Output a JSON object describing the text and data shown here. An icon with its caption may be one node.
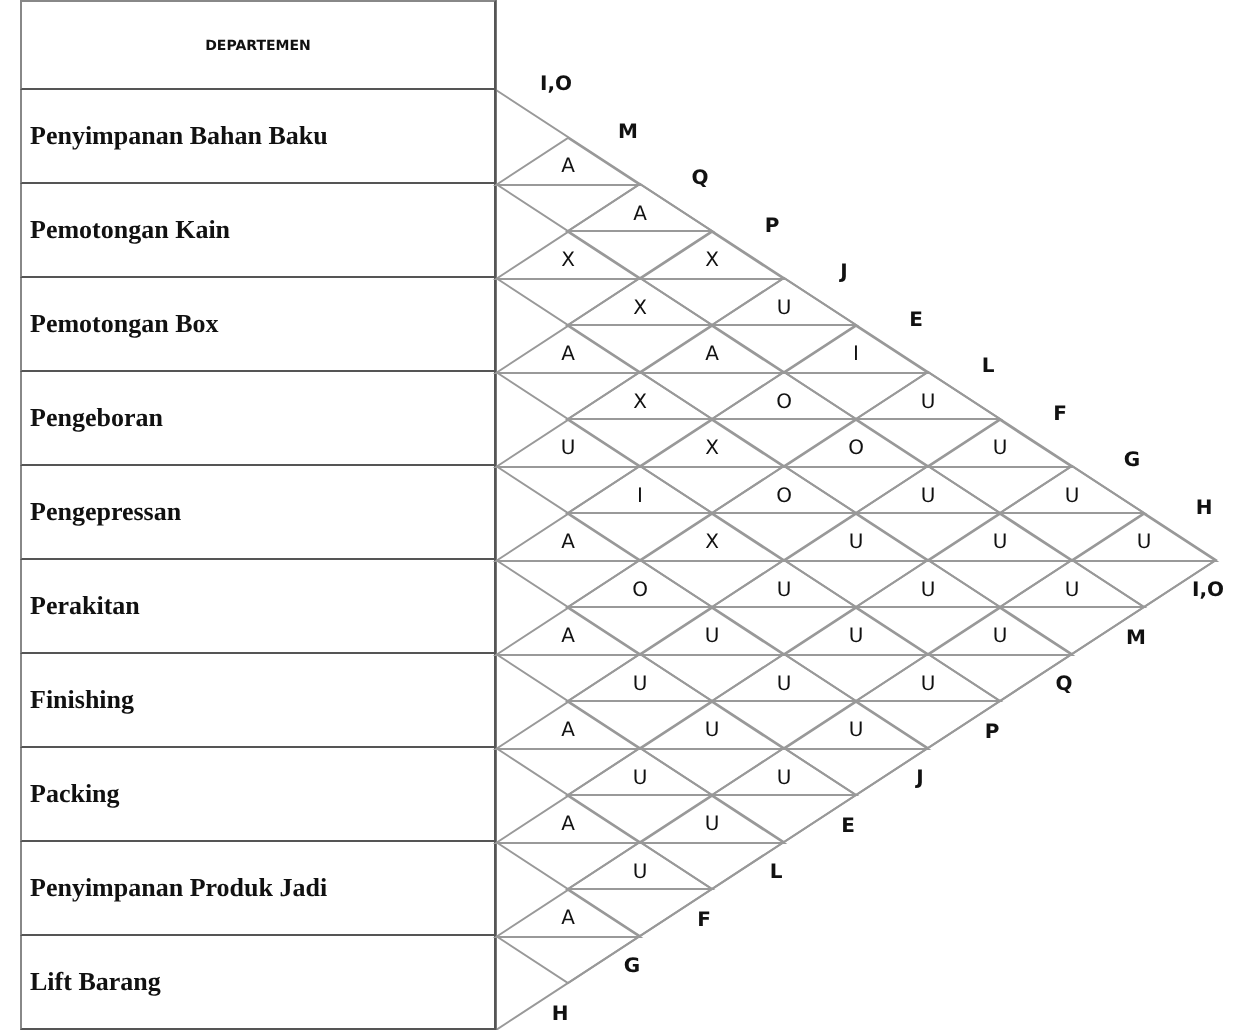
{
  "diagram": {
    "nodes": [
      {
        "text": [
          "DEPARTEMEN"
        ]
      },
      {
        "text": [
          "Penyimpanan Bahan Baku"
        ]
      },
      {
        "text": [
          "Pemotongan Kain"
        ]
      },
      {
        "text": [
          "Pemotongan Box"
        ]
      },
      {
        "text": [
          "Pengeboran"
        ]
      },
      {
        "text": [
          "Pengepressan"
        ]
      },
      {
        "text": [
          "Perakitan"
        ]
      },
      {
        "text": [
          "Finishing"
        ]
      },
      {
        "text": [
          "Packing"
        ]
      },
      {
        "text": [
          "Penyimpanan Produk Jadi"
        ]
      },
      {
        "text": [
          "Lift Barang"
        ]
      },
      {
        "text": [
          "A"
        ]
      },
      {
        "text": [
          "A"
        ]
      },
      {
        "text": [
          "X"
        ]
      },
      {
        "text": [
          "X"
        ]
      },
      {
        "text": [
          "X"
        ]
      },
      {
        "text": [
          "U"
        ]
      },
      {
        "text": [
          "A"
        ]
      },
      {
        "text": [
          "A"
        ]
      },
      {
        "text": [
          "I"
        ]
      },
      {
        "text": [
          "X"
        ]
      },
      {
        "text": [
          "O"
        ]
      },
      {
        "text": [
          "U"
        ]
      },
      {
        "text": [
          "U"
        ]
      },
      {
        "text": [
          "X"
        ]
      },
      {
        "text": [
          "O"
        ]
      },
      {
        "text": [
          "U"
        ]
      },
      {
        "text": [
          "I"
        ]
      },
      {
        "text": [
          "O"
        ]
      },
      {
        "text": [
          "U"
        ]
      },
      {
        "text": [
          "U"
        ]
      },
      {
        "text": [
          "A"
        ]
      },
      {
        "text": [
          "X"
        ]
      },
      {
        "text": [
          "U"
        ]
      },
      {
        "text": [
          "U"
        ]
      },
      {
        "text": [
          "U"
        ]
      },
      {
        "text": [
          "O"
        ]
      },
      {
        "text": [
          "U"
        ]
      },
      {
        "text": [
          "U"
        ]
      },
      {
        "text": [
          "U"
        ]
      },
      {
        "text": [
          "A"
        ]
      },
      {
        "text": [
          "U"
        ]
      },
      {
        "text": [
          "U"
        ]
      },
      {
        "text": [
          "U"
        ]
      },
      {
        "text": [
          "U"
        ]
      },
      {
        "text": [
          "U"
        ]
      },
      {
        "text": [
          "U"
        ]
      },
      {
        "text": [
          "A"
        ]
      },
      {
        "text": [
          "U"
        ]
      },
      {
        "text": [
          "U"
        ]
      },
      {
        "text": [
          "U"
        ]
      },
      {
        "text": [
          "U"
        ]
      },
      {
        "text": [
          "A"
        ]
      },
      {
        "text": [
          "U"
        ]
      },
      {
        "text": [
          "U"
        ]
      },
      {
        "text": [
          "A"
        ]
      }
    ],
    "labels": [
      "I,O",
      "M",
      "Q",
      "P",
      "J",
      "E",
      "L",
      "F",
      "G",
      "H",
      "I,O",
      "M",
      "Q",
      "P",
      "J",
      "E",
      "L",
      "F",
      "G",
      "H"
    ]
  }
}
